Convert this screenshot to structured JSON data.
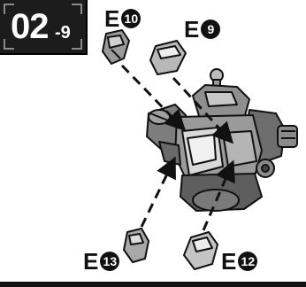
{
  "step": {
    "number": "02",
    "sub": "-9"
  },
  "parts": {
    "e10": {
      "letter": "E",
      "number": "10"
    },
    "e9": {
      "letter": "E",
      "number": "9"
    },
    "e13": {
      "letter": "E",
      "number": "13"
    },
    "e12": {
      "letter": "E",
      "number": "12"
    }
  }
}
